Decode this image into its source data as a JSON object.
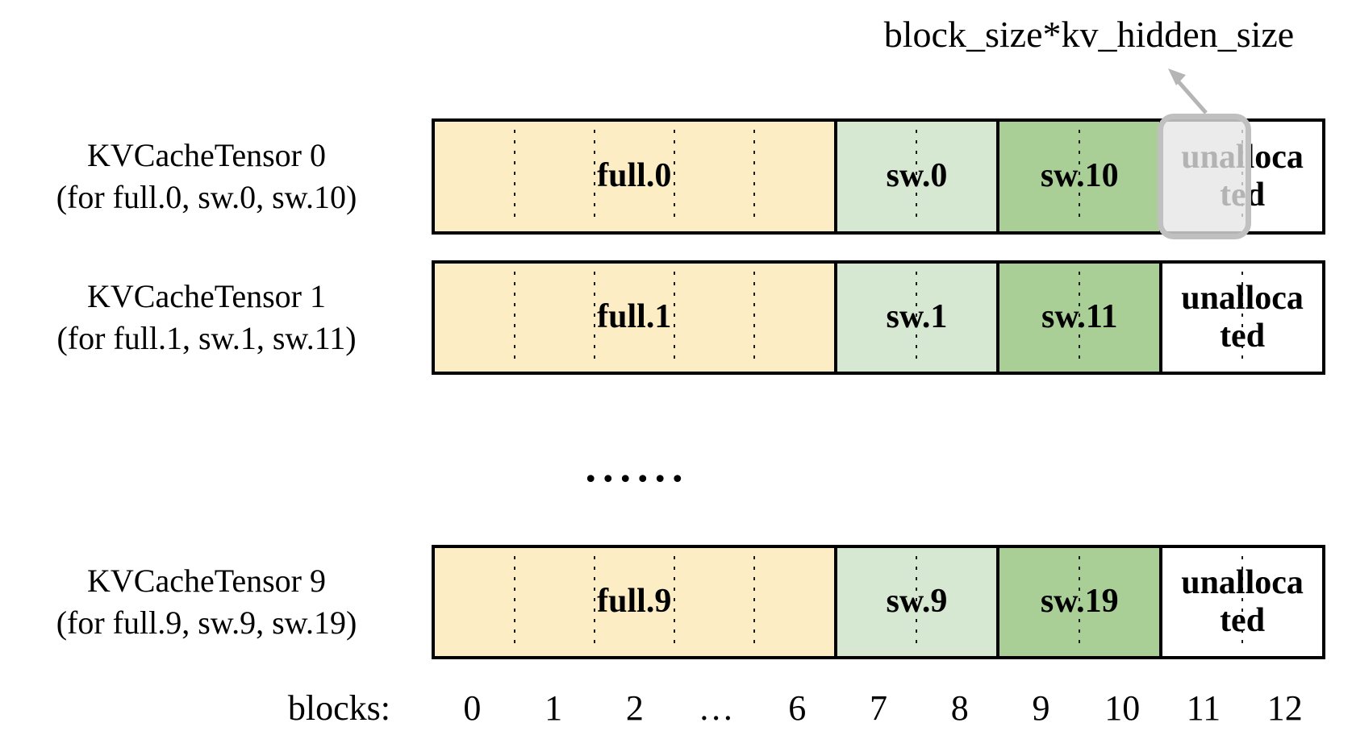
{
  "annotation": {
    "label": "block_size*kv_hidden_size"
  },
  "colors": {
    "full_yellow": "#FCEDC5",
    "sw_light_green": "#D7E8D2",
    "sw_dark_green": "#A9CF97",
    "unallocated_white": "#FFFFFF",
    "highlight_fill": "#E5E5E5",
    "highlight_border": "#C0C0C0",
    "arrow_gray": "#B5B5B5",
    "bar_border": "#000000"
  },
  "rows": [
    {
      "title": "KVCacheTensor 0",
      "subtitle": "(for full.0, sw.0, sw.10)",
      "segments": [
        {
          "label": "full.0",
          "blocks": "0-6",
          "cells": 5
        },
        {
          "label": "sw.0",
          "blocks": "7-8",
          "cells": 2
        },
        {
          "label": "sw.10",
          "blocks": "9-10",
          "cells": 2
        },
        {
          "label": "unalloca\nted",
          "blocks": "11-12",
          "cells": 2
        }
      ],
      "highlighted_block": "11"
    },
    {
      "title": "KVCacheTensor 1",
      "subtitle": "(for full.1, sw.1, sw.11)",
      "segments": [
        {
          "label": "full.1",
          "blocks": "0-6",
          "cells": 5
        },
        {
          "label": "sw.1",
          "blocks": "7-8",
          "cells": 2
        },
        {
          "label": "sw.11",
          "blocks": "9-10",
          "cells": 2
        },
        {
          "label": "unalloca\nted",
          "blocks": "11-12",
          "cells": 2
        }
      ]
    },
    {
      "title": "KVCacheTensor 9",
      "subtitle": "(for full.9, sw.9, sw.19)",
      "segments": [
        {
          "label": "full.9",
          "blocks": "0-6",
          "cells": 5
        },
        {
          "label": "sw.9",
          "blocks": "7-8",
          "cells": 2
        },
        {
          "label": "sw.19",
          "blocks": "9-10",
          "cells": 2
        },
        {
          "label": "unalloca\nted",
          "blocks": "11-12",
          "cells": 2
        }
      ]
    }
  ],
  "ellipsis": "......",
  "axis": {
    "label": "blocks:",
    "ticks": [
      "0",
      "1",
      "2",
      "…",
      "6",
      "7",
      "8",
      "9",
      "10",
      "11",
      "12"
    ]
  }
}
